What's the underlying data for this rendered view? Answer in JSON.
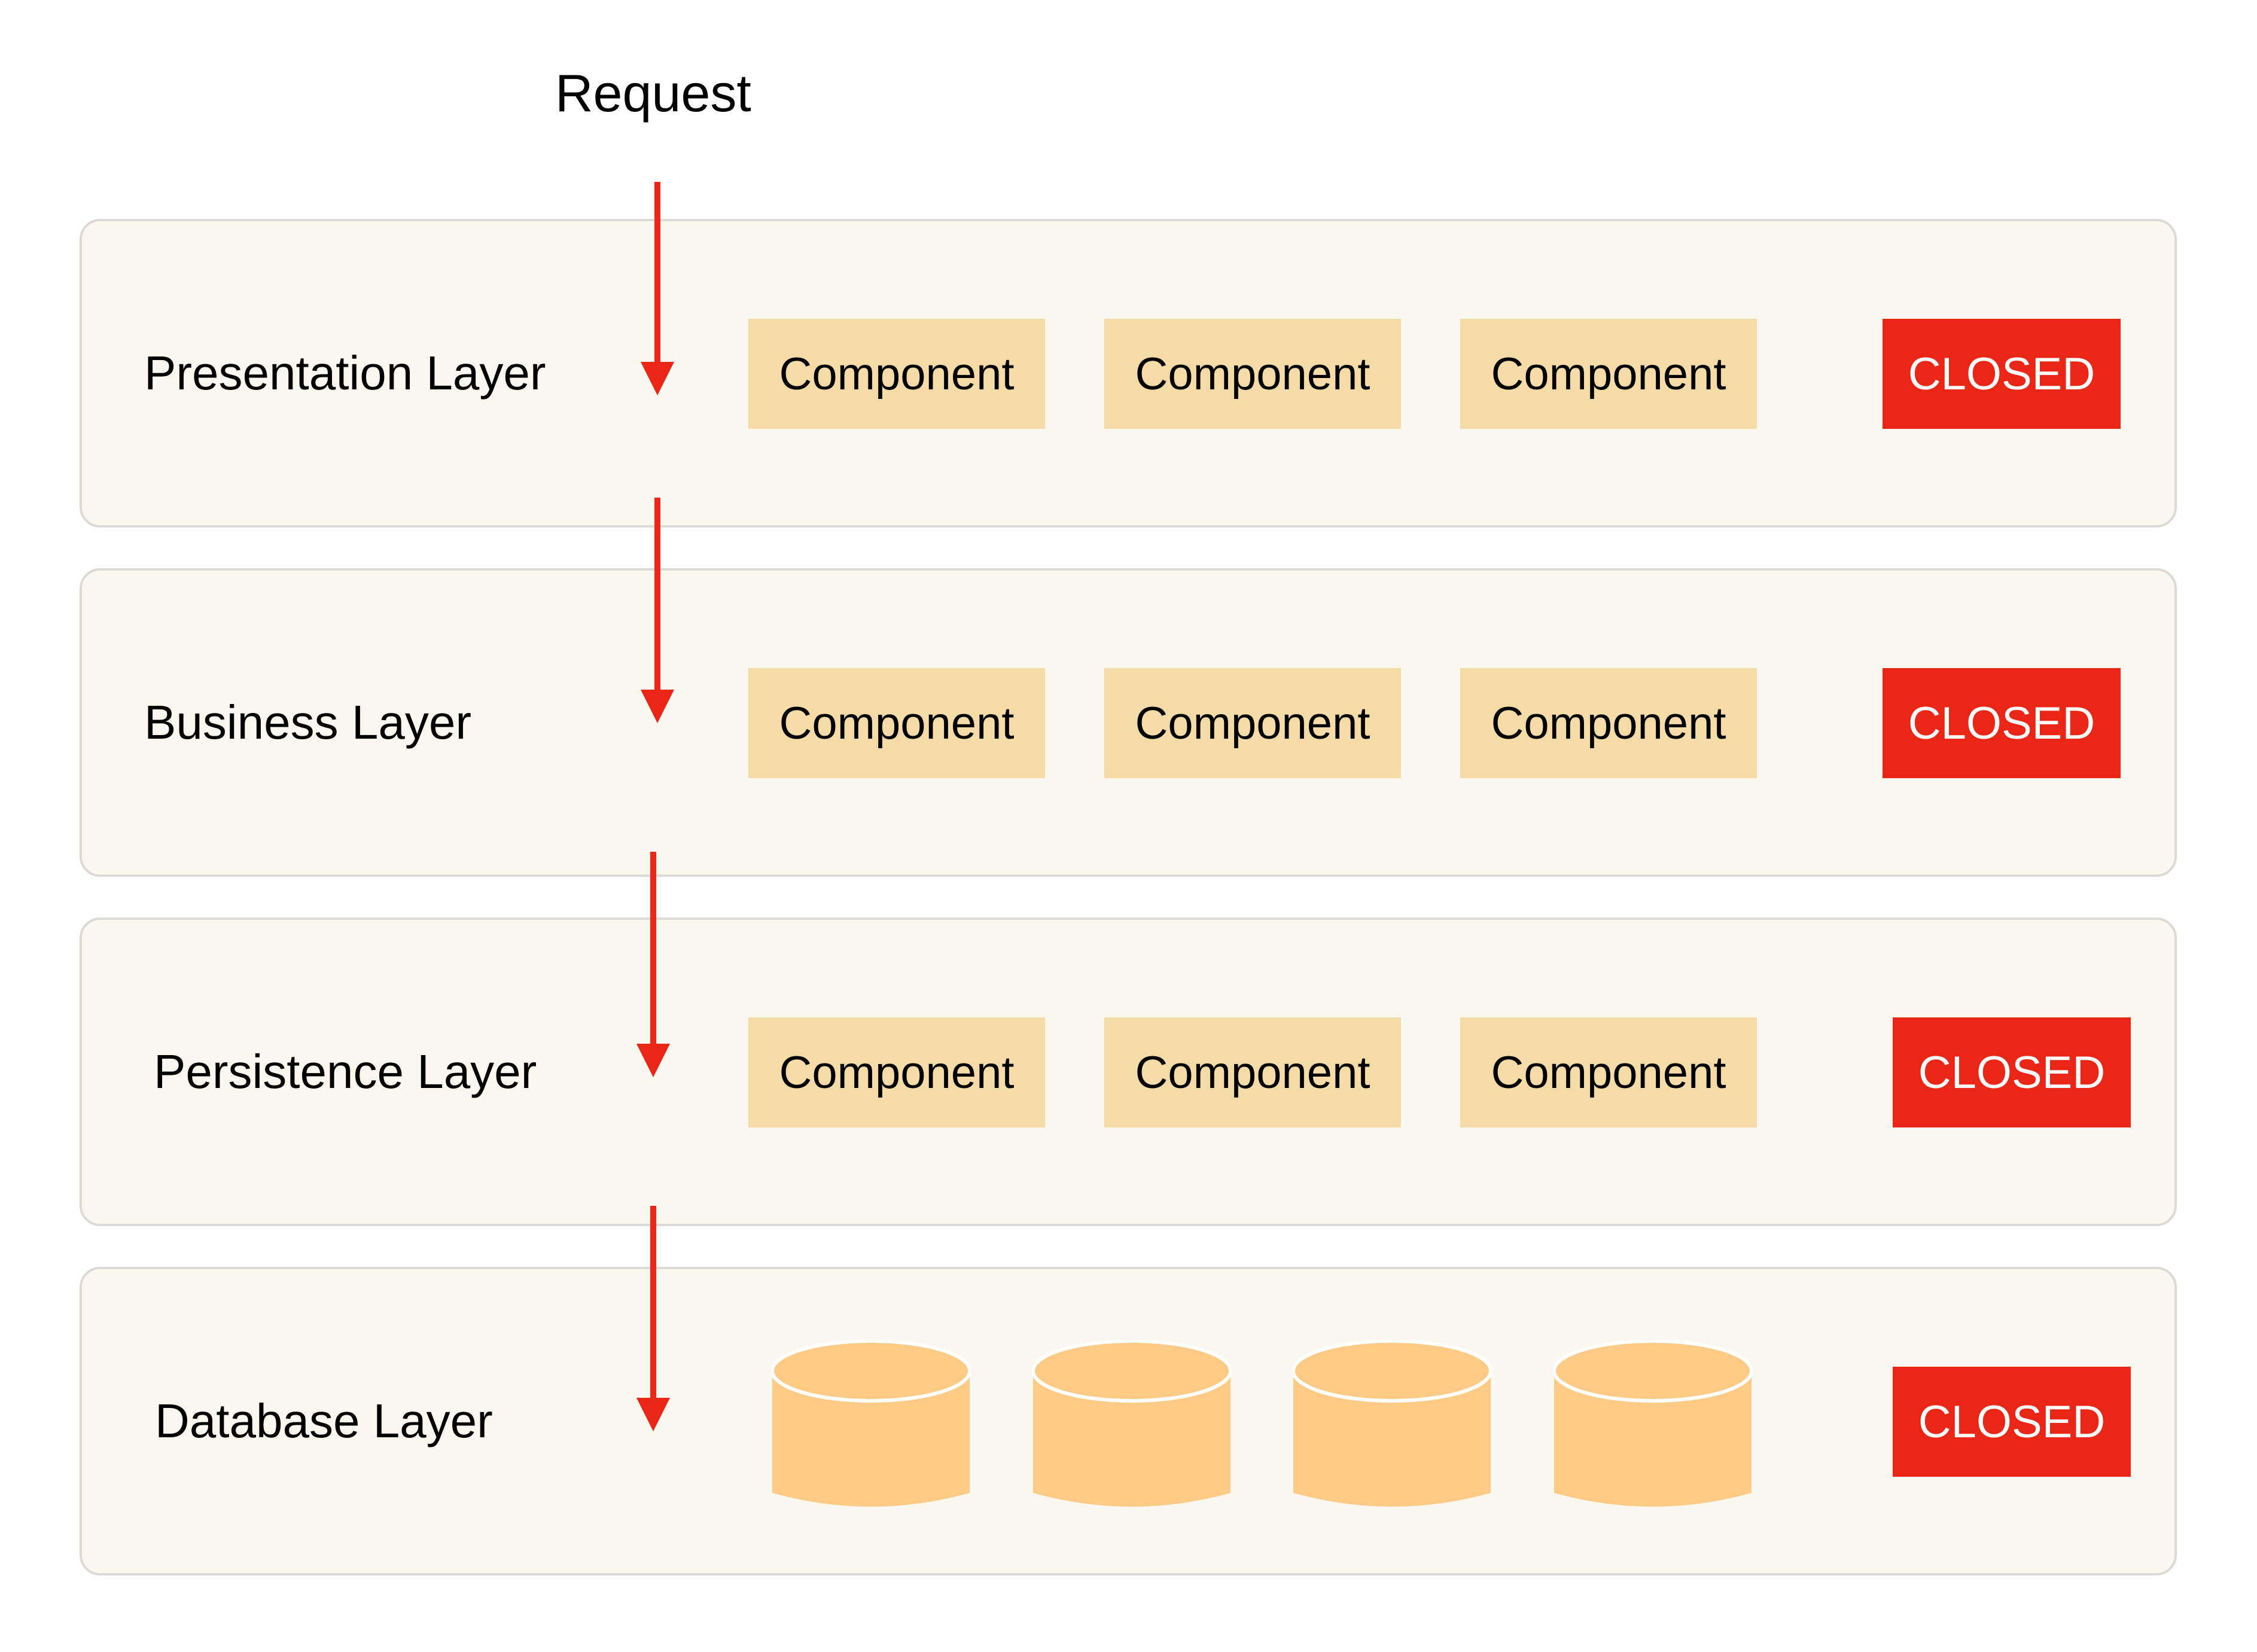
{
  "request_label": "Request",
  "colors": {
    "arrow": "#ea2616",
    "closed_fill": "#ea2616",
    "component_fill": "#f5dba7",
    "database_fill": "#fdcb85",
    "layer_fill": "#f9f7ee"
  },
  "layers": [
    {
      "label": "Presentation Layer",
      "components": [
        "Component",
        "Component",
        "Component"
      ],
      "status": "CLOSED"
    },
    {
      "label": "Business Layer",
      "components": [
        "Component",
        "Component",
        "Component"
      ],
      "status": "CLOSED"
    },
    {
      "label": "Persistence Layer",
      "components": [
        "Component",
        "Component",
        "Component"
      ],
      "status": "CLOSED"
    },
    {
      "label": "Database Layer",
      "databases": [
        "database-icon",
        "database-icon",
        "database-icon",
        "database-icon"
      ],
      "status": "CLOSED"
    }
  ]
}
